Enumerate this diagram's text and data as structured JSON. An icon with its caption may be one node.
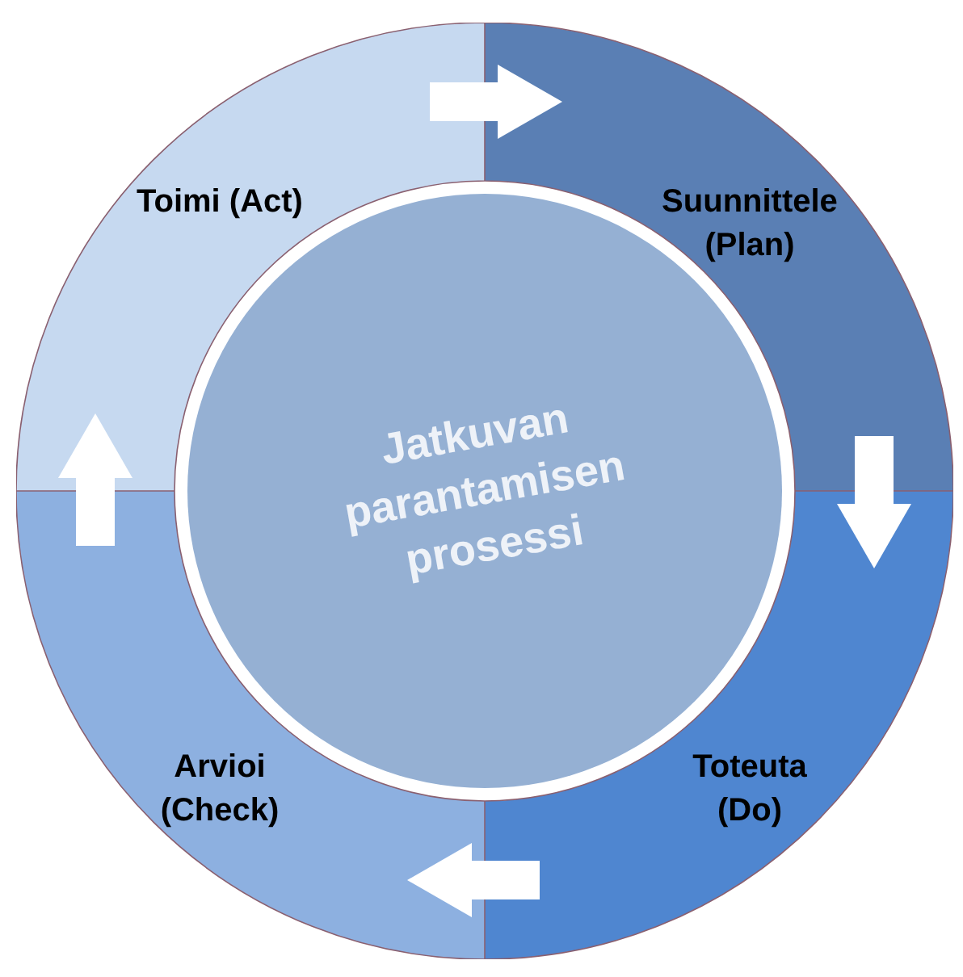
{
  "diagram": {
    "nodes": [
      {
        "text": [
          "Toimi (Act)"
        ]
      },
      {
        "text": [
          "Suunnittele (Plan)"
        ]
      },
      {
        "text": [
          "Jatkuvan parantamisen prosessi"
        ]
      },
      {
        "text": [
          "Arvioi (Check)"
        ]
      },
      {
        "text": [
          "Toteuta (Do)"
        ]
      }
    ],
    "edges": [
      {
        "from": 0,
        "to": 1,
        "arrow": "to"
      },
      {
        "from": 1,
        "to": 4,
        "arrow": "to"
      },
      {
        "from": 4,
        "to": 3,
        "arrow": "to"
      },
      {
        "from": 3,
        "to": 0,
        "arrow": "to"
      }
    ]
  }
}
